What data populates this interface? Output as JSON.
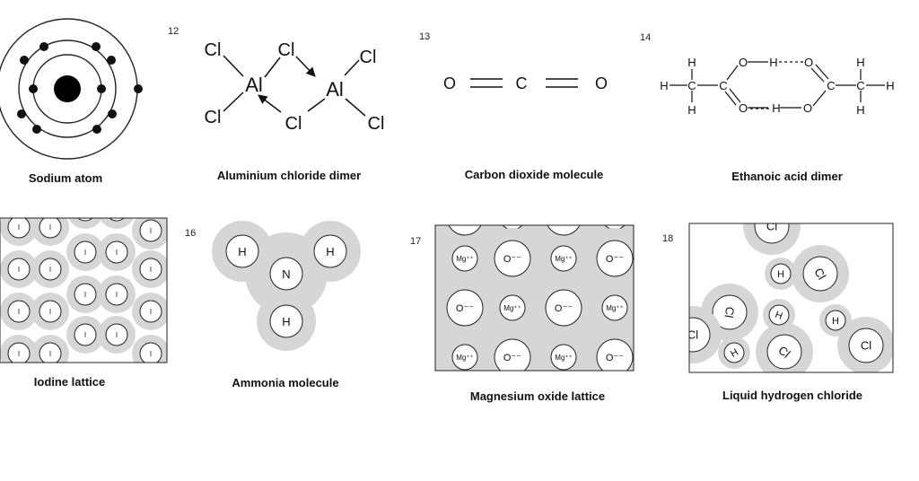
{
  "panels": {
    "sodium": {
      "caption": "Sodium atom"
    },
    "alcl": {
      "number": "12",
      "caption": "Aluminium chloride dimer",
      "al": "Al",
      "cl": "Cl"
    },
    "co2": {
      "number": "13",
      "caption": "Carbon dioxide molecule",
      "o": "O",
      "c": "C"
    },
    "ethanoic": {
      "number": "14",
      "caption": "Ethanoic acid dimer",
      "h": "H",
      "c": "C",
      "o": "O"
    },
    "iodine": {
      "caption": "Iodine lattice",
      "atom": "I"
    },
    "ammonia": {
      "number": "16",
      "caption": "Ammonia molecule",
      "h": "H",
      "n": "N"
    },
    "mgo": {
      "number": "17",
      "caption": "Magnesium oxide lattice",
      "mg": "Mg⁺⁺",
      "o": "O⁻⁻"
    },
    "hcl": {
      "number": "18",
      "caption": "Liquid hydrogen chloride",
      "h": "H",
      "cl": "Cl"
    }
  },
  "colors": {
    "halo": "#d6d6d6",
    "ink": "#111111",
    "shell": "#222222"
  }
}
